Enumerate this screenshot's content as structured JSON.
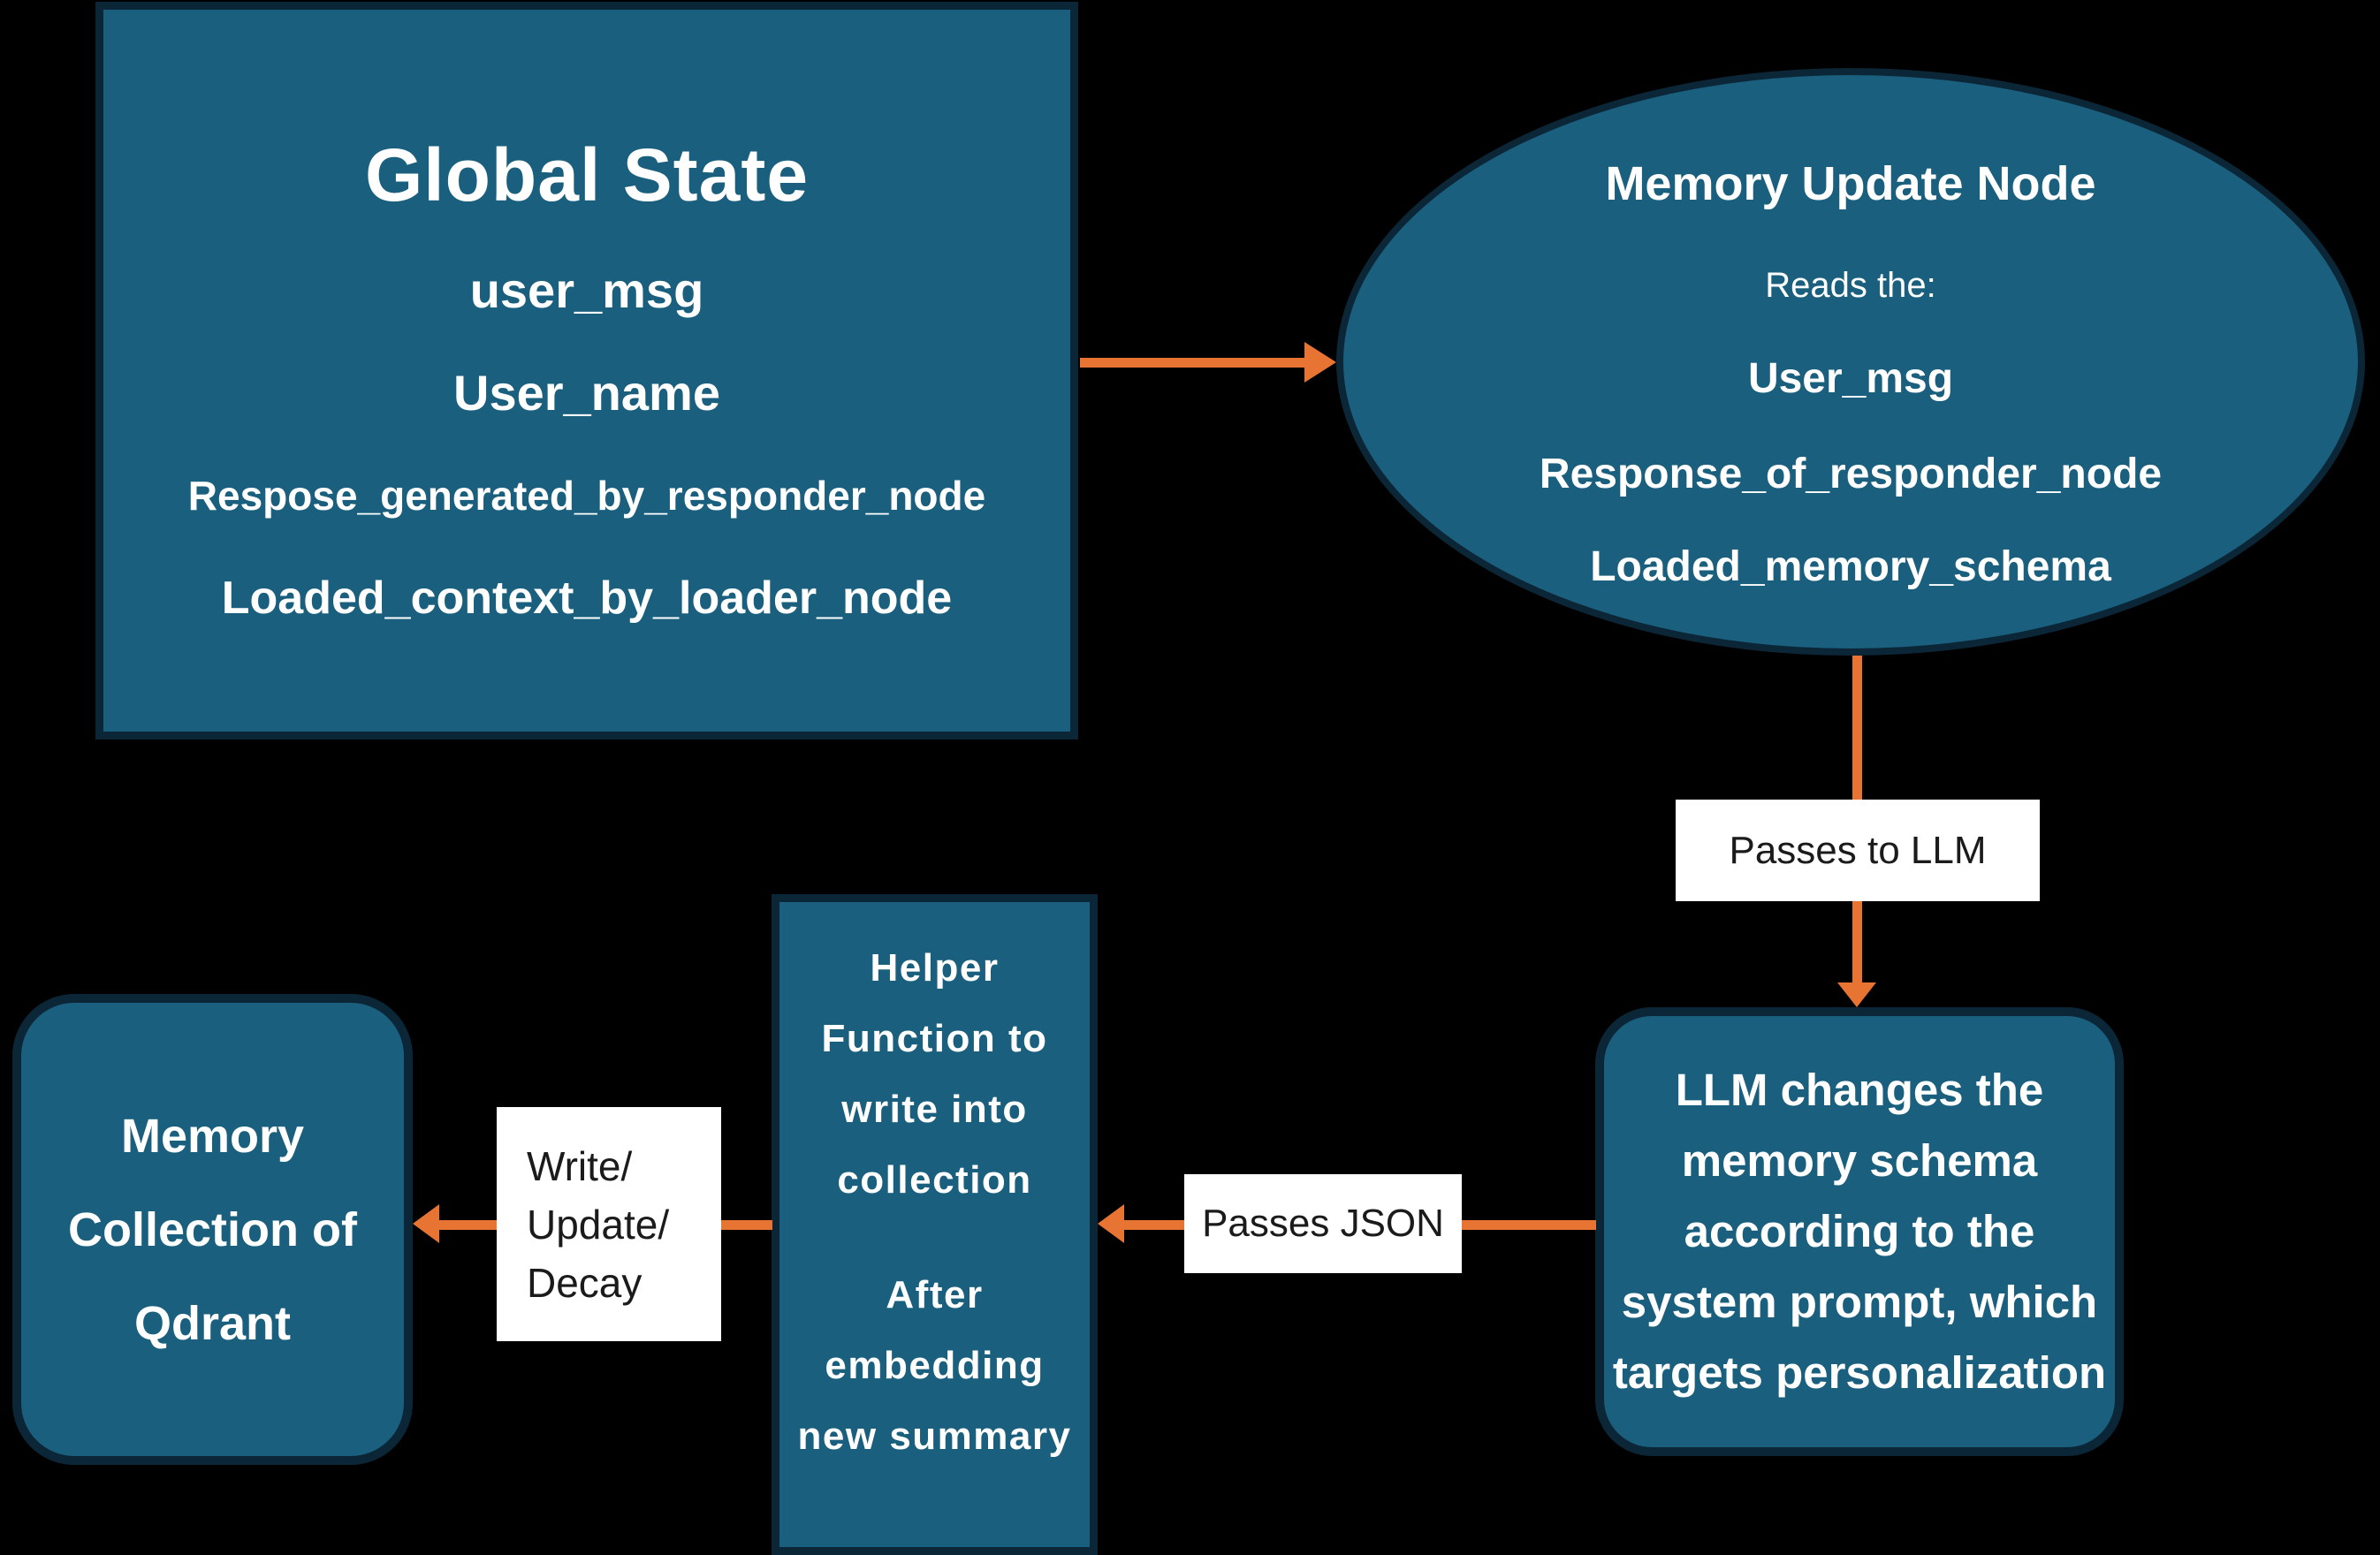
{
  "colors": {
    "background": "#000000",
    "node_fill": "#1A5F7E",
    "node_border": "#0B2737",
    "arrow": "#E87433",
    "label_bg": "#FFFFFF",
    "label_text": "#1B1B1B",
    "node_text": "#FFFFFF"
  },
  "global_state": {
    "title": "Global State",
    "items": [
      "user_msg",
      "User_name",
      "Respose_generated_by_responder_node",
      "Loaded_context_by_loader_node"
    ]
  },
  "memory_update_node": {
    "title": "Memory Update Node",
    "subtitle": "Reads the:",
    "items": [
      "User_msg",
      "Response_of_responder_node",
      "Loaded_memory_schema"
    ]
  },
  "llm_node": {
    "text": "LLM changes the memory schema according to the system prompt, which targets personalization"
  },
  "helper_node": {
    "text_top": "Helper Function to write into collection",
    "text_bottom": "After embedding new summary"
  },
  "memory_collection_node": {
    "text": "Memory Collection of Qdrant"
  },
  "labels": {
    "passes_to_llm": "Passes to LLM",
    "passes_json": "Passes JSON",
    "write_update_decay": [
      "Write/",
      "Update/",
      "Decay"
    ]
  }
}
